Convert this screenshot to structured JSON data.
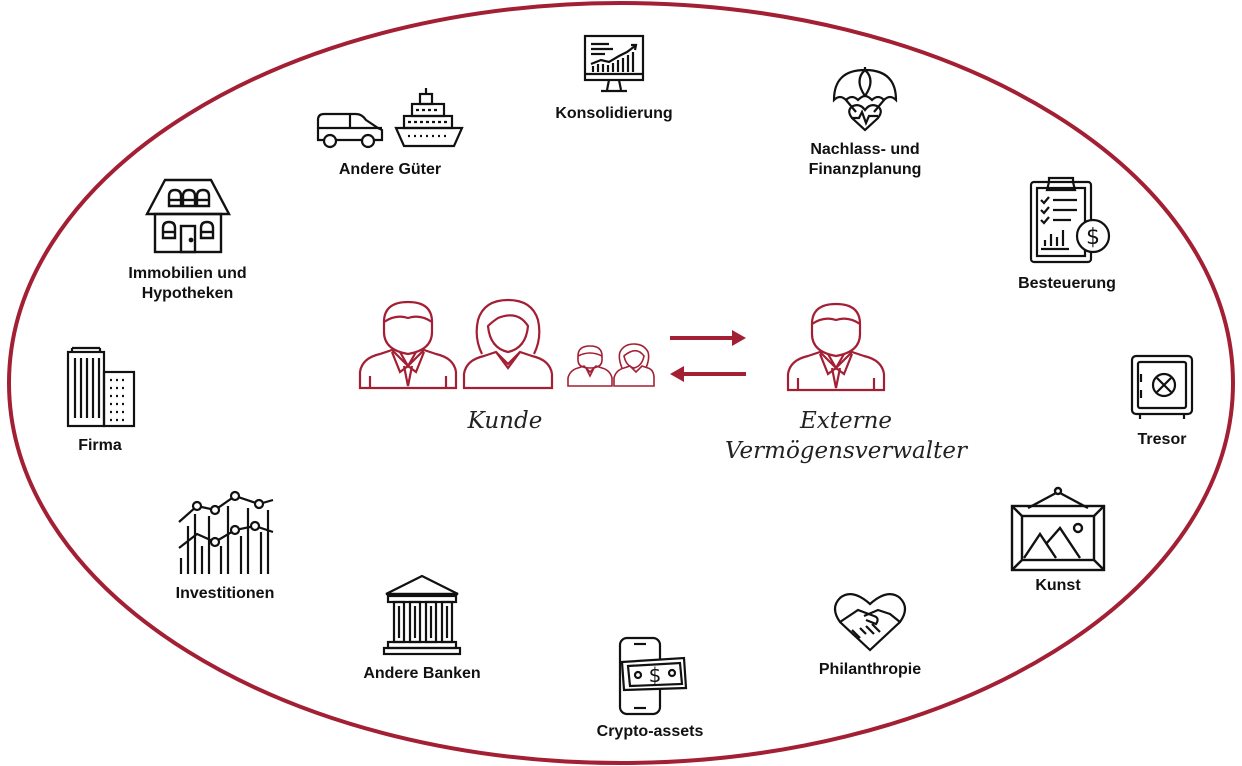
{
  "colors": {
    "accent": "#a31f34",
    "icon": "#111111"
  },
  "center": {
    "client_label": "Kunde",
    "manager_label_line1": "Externe",
    "manager_label_line2": "Vermögensverwalter"
  },
  "items": {
    "konsolidierung": {
      "label": "Konsolidierung",
      "icon": "monitor-chart-icon"
    },
    "andere_gueter": {
      "label": "Andere Güter",
      "icon": "car-ship-icon"
    },
    "nachlass": {
      "label_line1": "Nachlass- und",
      "label_line2": "Finanzplanung",
      "icon": "umbrella-heart-icon"
    },
    "immobilien": {
      "label_line1": "Immobilien und",
      "label_line2": "Hypotheken",
      "icon": "house-icon"
    },
    "besteuerung": {
      "label": "Besteuerung",
      "icon": "clipboard-dollar-icon"
    },
    "firma": {
      "label": "Firma",
      "icon": "buildings-icon"
    },
    "tresor": {
      "label": "Tresor",
      "icon": "safe-icon"
    },
    "investitionen": {
      "label": "Investitionen",
      "icon": "line-chart-icon"
    },
    "kunst": {
      "label": "Kunst",
      "icon": "picture-frame-icon"
    },
    "andere_banken": {
      "label": "Andere Banken",
      "icon": "bank-icon"
    },
    "philanthropie": {
      "label": "Philanthropie",
      "icon": "handshake-heart-icon"
    },
    "crypto": {
      "label": "Crypto-assets",
      "icon": "phone-cash-icon"
    }
  }
}
